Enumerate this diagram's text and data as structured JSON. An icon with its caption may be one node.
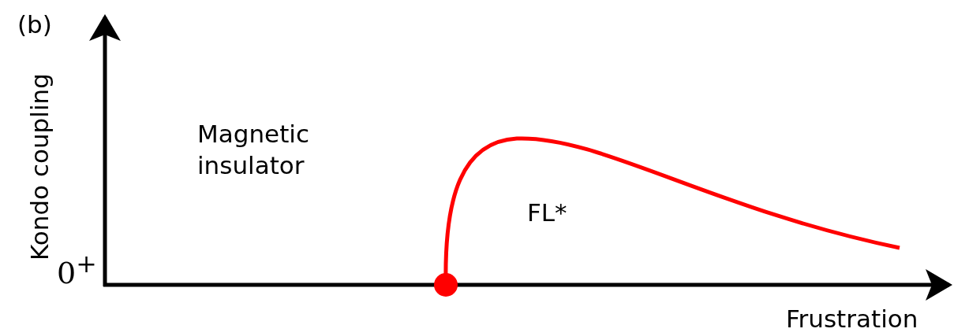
{
  "diagram": {
    "labels": [
      "(b)",
      "Kondo coupling",
      "0$^{+}$",
      "Magnetic insulator",
      "FL*",
      "Frustration"
    ]
  }
}
